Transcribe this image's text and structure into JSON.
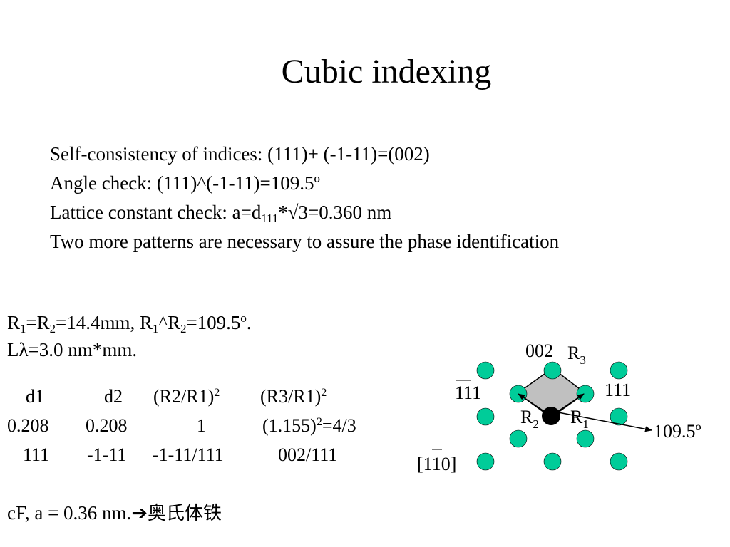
{
  "title": "Cubic indexing",
  "bullets": {
    "self_consistency": "Self-consistency of indices: (111)+ (-1-11)=(002)",
    "angle_check": "Angle check: (111)^(-1-11)=109.5º",
    "lattice_prefix": "Lattice constant check: a=d",
    "lattice_sub": "111",
    "lattice_suffix": "*√3=0.360 nm",
    "patterns_note": "Two more patterns are necessary to assure the phase identification"
  },
  "measurements": {
    "r_symbol": "R",
    "sub1": "1",
    "sub2": "2",
    "eq": "=",
    "distance": "=14.4mm, ",
    "caret": "^",
    "angle": "=109.5º.",
    "camera_constant": "Lλ=3.0 nm*mm."
  },
  "table": {
    "headers": [
      "d1",
      "d2",
      "(R2/R1)",
      "2",
      "(R3/R1)",
      "2"
    ],
    "row_values": [
      "0.208",
      "0.208",
      "1",
      "(1.155)",
      "2",
      "=4/3"
    ],
    "row_indices": [
      "111",
      "-1-11",
      "-1-11/111",
      "002/111"
    ]
  },
  "conclusion": {
    "text": "cF, a = 0.36 nm.",
    "arrow": "➔",
    "phase": "奥氏体铁"
  },
  "diagram": {
    "spot_color": "#00cc99",
    "parallelogram_fill": "#c0c0c0",
    "labels": {
      "label_002": "002",
      "r": "R",
      "r3_sub": "3",
      "r2_sub": "2",
      "r1_sub": "1",
      "label_111": "111",
      "label_bar111": "111",
      "angle": "109.5º",
      "zone_axis": "[110]"
    }
  }
}
